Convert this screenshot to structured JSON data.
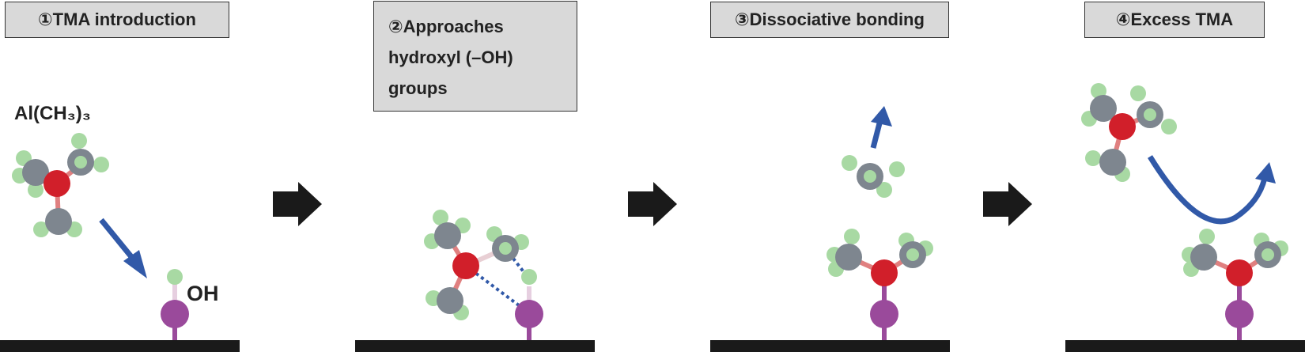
{
  "panels": [
    {
      "id": "p1",
      "title": "①TMA introduction"
    },
    {
      "id": "p2",
      "title": "②Approaches\nhydroxyl (–OH)\ngroups"
    },
    {
      "id": "p3",
      "title": "③Dissociative bonding"
    },
    {
      "id": "p4",
      "title": "④Excess TMA"
    }
  ],
  "labels": {
    "formula": "Al(CH₃)₃",
    "hydroxyl": "OH"
  },
  "colors": {
    "aluminum": "#d11f2a",
    "carbon": "#7e868f",
    "hydrogen": "#a8d9a3",
    "oxygen": "#9a4a9b",
    "surface": "#1a1a1a",
    "motion_arrow": "#3159a8",
    "process_arrow": "#1a1a1a",
    "panel_fill": "#d9d9d9"
  }
}
